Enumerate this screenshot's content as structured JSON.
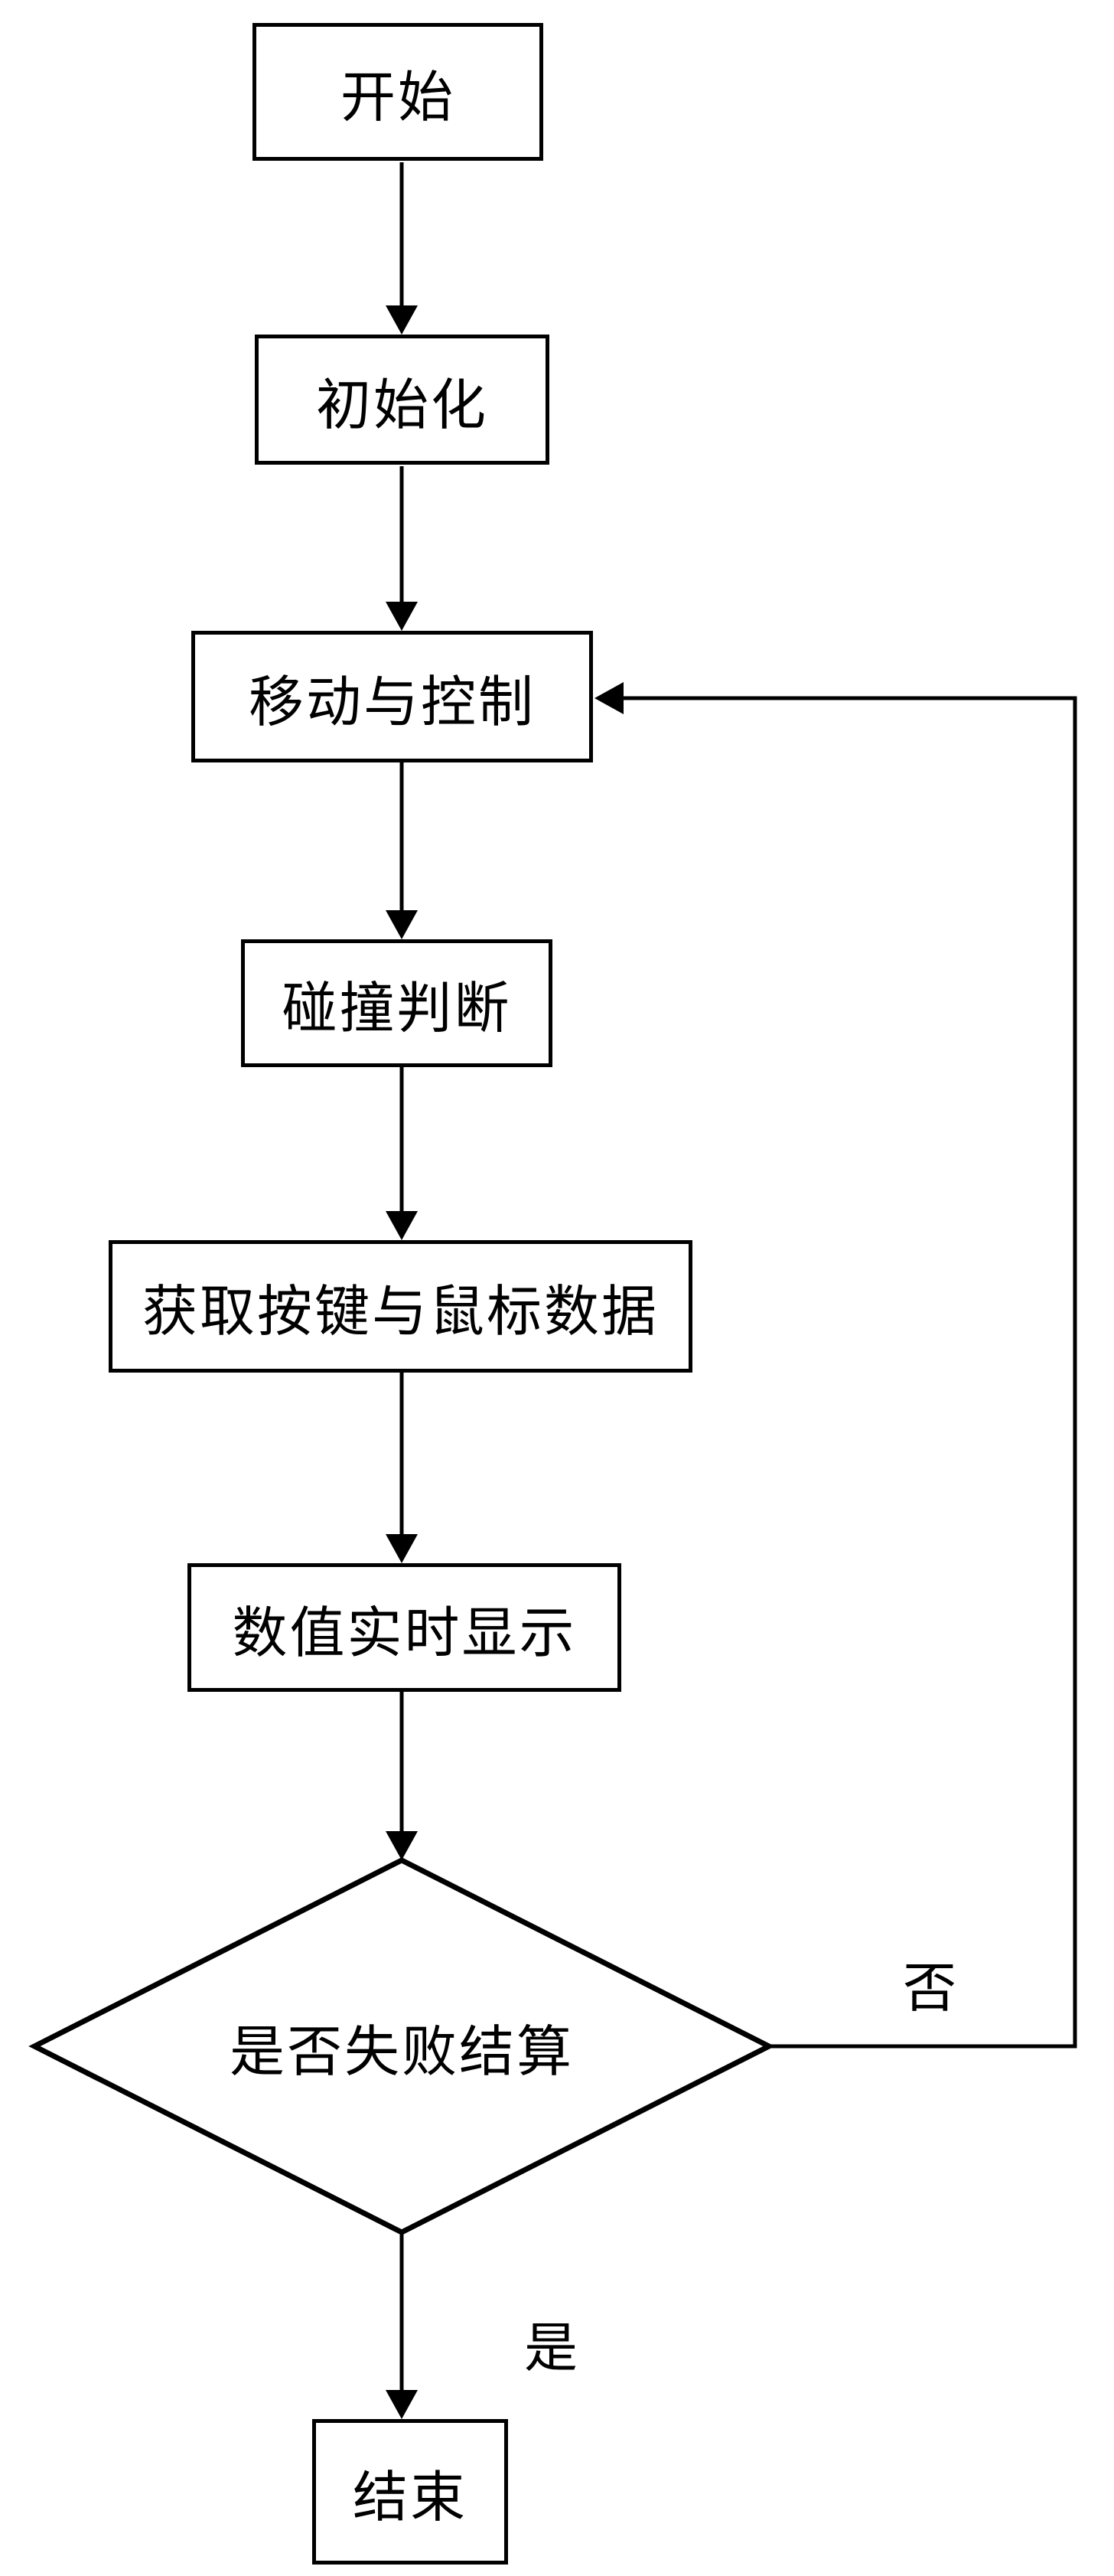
{
  "diagram": {
    "type": "flowchart",
    "orientation": "top-down",
    "colors": {
      "stroke": "#000000",
      "fill": "#ffffff",
      "text": "#000000"
    },
    "nodes": [
      {
        "id": "start",
        "type": "process-rect",
        "label": "开始"
      },
      {
        "id": "init",
        "type": "process-rect",
        "label": "初始化"
      },
      {
        "id": "move",
        "type": "process-rect",
        "label": "移动与控制"
      },
      {
        "id": "collision",
        "type": "process-rect",
        "label": "碰撞判断"
      },
      {
        "id": "input",
        "type": "process-rect",
        "label": "获取按键与鼠标数据"
      },
      {
        "id": "display",
        "type": "process-rect",
        "label": "数值实时显示"
      },
      {
        "id": "decision",
        "type": "decision-diamond",
        "label": "是否失败结算"
      },
      {
        "id": "end",
        "type": "process-rect",
        "label": "结束"
      }
    ],
    "edges": [
      {
        "from": "start",
        "to": "init",
        "label": ""
      },
      {
        "from": "init",
        "to": "move",
        "label": ""
      },
      {
        "from": "move",
        "to": "collision",
        "label": ""
      },
      {
        "from": "collision",
        "to": "input",
        "label": ""
      },
      {
        "from": "input",
        "to": "display",
        "label": ""
      },
      {
        "from": "display",
        "to": "decision",
        "label": ""
      },
      {
        "from": "decision",
        "to": "end",
        "label": "是"
      },
      {
        "from": "decision",
        "to": "move",
        "label": "否"
      }
    ]
  }
}
